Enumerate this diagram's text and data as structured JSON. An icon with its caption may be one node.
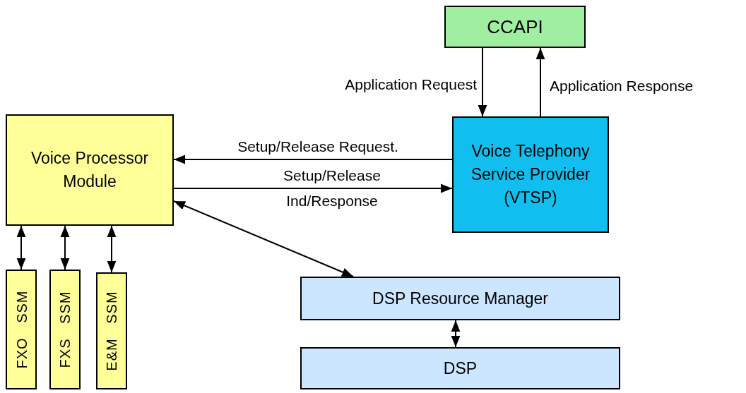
{
  "diagram": {
    "nodes": [
      {
        "text": [
          "CCAPI"
        ]
      },
      {
        "text": [
          "Voice Telephony Service Provider (VTSP)"
        ]
      },
      {
        "text": [
          "Voice Processor Module"
        ]
      },
      {
        "text": [
          "FXO SSM"
        ]
      },
      {
        "text": [
          "FXS SSM"
        ]
      },
      {
        "text": [
          "E&M SSM"
        ]
      },
      {
        "text": [
          "DSP Resource Manager"
        ]
      },
      {
        "text": [
          "DSP"
        ]
      }
    ],
    "edges": [
      {
        "from": 0,
        "to": 1,
        "arrow": "to",
        "label": "Application Request"
      },
      {
        "from": 1,
        "to": 0,
        "arrow": "to",
        "label": "Application Response"
      },
      {
        "from": 1,
        "to": 2,
        "arrow": "to",
        "label": "Setup/Release Request."
      },
      {
        "from": 2,
        "to": 1,
        "arrow": "to",
        "label": "Setup/Release Ind/Response"
      },
      {
        "from": 2,
        "to": 6,
        "arrow": "both"
      },
      {
        "from": 2,
        "to": 3,
        "arrow": "both"
      },
      {
        "from": 2,
        "to": 4,
        "arrow": "both"
      },
      {
        "from": 2,
        "to": 5,
        "arrow": "both"
      },
      {
        "from": 6,
        "to": 7,
        "arrow": "both"
      }
    ]
  }
}
